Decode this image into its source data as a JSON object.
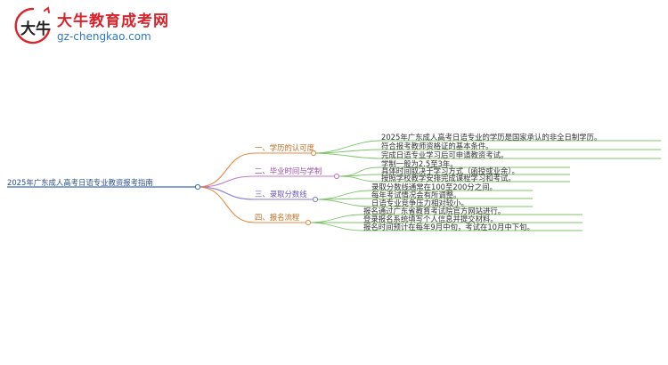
{
  "brand": {
    "title": "大牛教育成考网",
    "url": "gz-chengkao.com",
    "mark_text": "大牛"
  },
  "root": "2025年广东成人高考日语专业教资报考指南",
  "branches": [
    {
      "label": "一、学历的认可度",
      "color": "#e8883f",
      "leaves": [
        "2025年广东成人高考日语专业的学历是国家承认的非全日制学历。",
        "符合报考教师资格证的基本条件。",
        "完成日语专业学习后可申请教资考试。"
      ]
    },
    {
      "label": "二、毕业时间与学制",
      "color": "#c576c8",
      "leaves": [
        "学制一般为2.5至3年。",
        "具体时间取决于学习方式（函授或业余）。",
        "按照学校教学安排完成课程学习和考试。"
      ]
    },
    {
      "label": "三、录取分数线",
      "color": "#8a7ad6",
      "leaves": [
        "录取分数线通常在100至200分之间。",
        "每年考试情况会有所调整。",
        "日语专业竞争压力相对较小。"
      ]
    },
    {
      "label": "四、报名流程",
      "color": "#e8883f",
      "leaves": [
        "报名通过广东省教育考试院官方网站进行。",
        "登录报名系统填写个人信息并提交材料。",
        "报名时间预计在每年9月中旬，考试在10月中下旬。"
      ]
    }
  ],
  "colors": {
    "root_line": "#3b6fb6",
    "leaf_green": "#7cc46a",
    "brand_red": "#d9242c",
    "brand_blue": "#2b78c6"
  }
}
